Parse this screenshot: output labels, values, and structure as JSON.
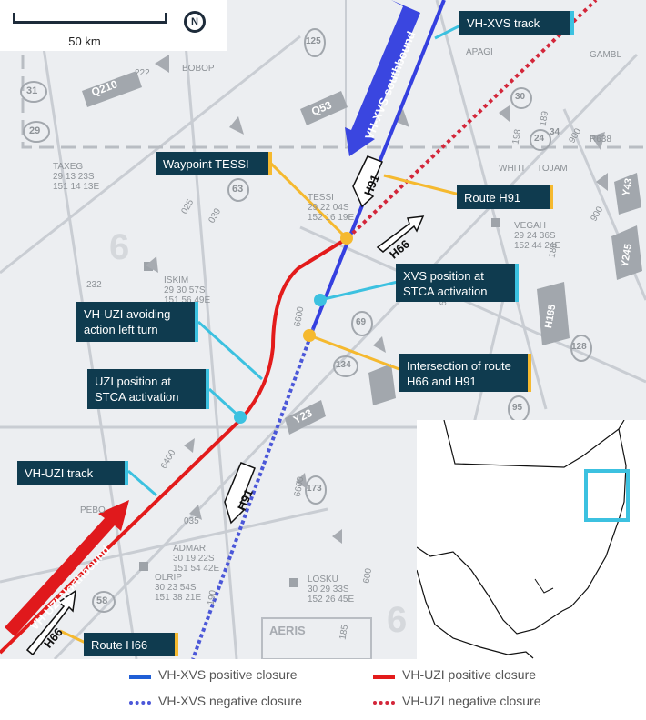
{
  "map": {
    "scale_label": "50 km",
    "north_label": "N",
    "route_labels": {
      "h91_top": "H91",
      "h66_top": "H66",
      "h91_bottom": "H91",
      "h66_bottom": "H66"
    },
    "aircraft_labels": {
      "xvs": "VH-XVS southbound",
      "uzi": "VH-UZI Northbound"
    },
    "background_text": {
      "apagi": "APAGI",
      "gambl": "GAMBL",
      "bobop": "BOBOP",
      "taxeg": "TAXEG\n29 13 23S\n151 14 13E",
      "tessi": "TESSI\n29 22 04S\n152 16 19E",
      "whiti": "WHITI",
      "tojam": "TOJAM",
      "vegah": "VEGAH\n29 24 36S\n152 44 24E",
      "iskim": "ISKIM\n29 30 57S\n151 56 49E",
      "pebo": "PEBO",
      "admar": "ADMAR\n30 19 22S\n151 54 42E",
      "olrip": "OLRIP\n30 23 54S\n151 38 21E",
      "losku": "LOSKU\n30 29 33S\n152 26 45E",
      "aeris": "AERIS",
      "q210": "Q210",
      "q53": "Q53",
      "y23": "Y23",
      "y43": "Y43",
      "y245": "Y245",
      "h185": "H185",
      "r638": "R638",
      "n31": "31",
      "n29": "29",
      "n125": "125",
      "n63": "63",
      "n134": "134",
      "n173": "173",
      "n69": "69",
      "n58": "58",
      "n128": "128",
      "n95": "95",
      "n30": "30",
      "n24": "24",
      "n34": "34",
      "f6600a": "6600",
      "f6600b": "6600",
      "f6400": "6400",
      "f6500": "6500",
      "f900a": "900",
      "f900b": "900",
      "f600": "600",
      "a025": "025",
      "a039": "039",
      "a232": "232",
      "a035": "035",
      "a190": "190",
      "a222": "222",
      "a189": "189",
      "a198": "198",
      "a185": "185",
      "a186": "186"
    }
  },
  "callouts": {
    "xvs_track": "VH-XVS  track",
    "waypoint_tessi": "Waypoint TESSI",
    "route_h91": "Route H91",
    "xvs_position": "XVS position at STCA activation",
    "uzi_avoiding": "VH-UZI avoiding action left turn",
    "intersection": "Intersection of route H66 and H91",
    "uzi_position": "UZI position at STCA activation",
    "uzi_track": "VH-UZI  track",
    "route_h66": "Route H66"
  },
  "legend": {
    "xvs_positive": "VH-XVS positive closure",
    "uzi_positive": "VH-UZI positive closure",
    "xvs_negative": "VH-XVS negative closure",
    "uzi_negative": "VH-UZI negative closure",
    "xvs_color": "#1f5fd6",
    "uzi_color": "#e31b1b",
    "xvs_negative_color": "#4b57d8"
  },
  "colors": {
    "callout_bg": "#0f3b4f",
    "waypoint_marker": "#f5b92f",
    "position_marker": "#3cc1e0",
    "xvs_track": "#3540e0",
    "uzi_track": "#e31b1b"
  }
}
